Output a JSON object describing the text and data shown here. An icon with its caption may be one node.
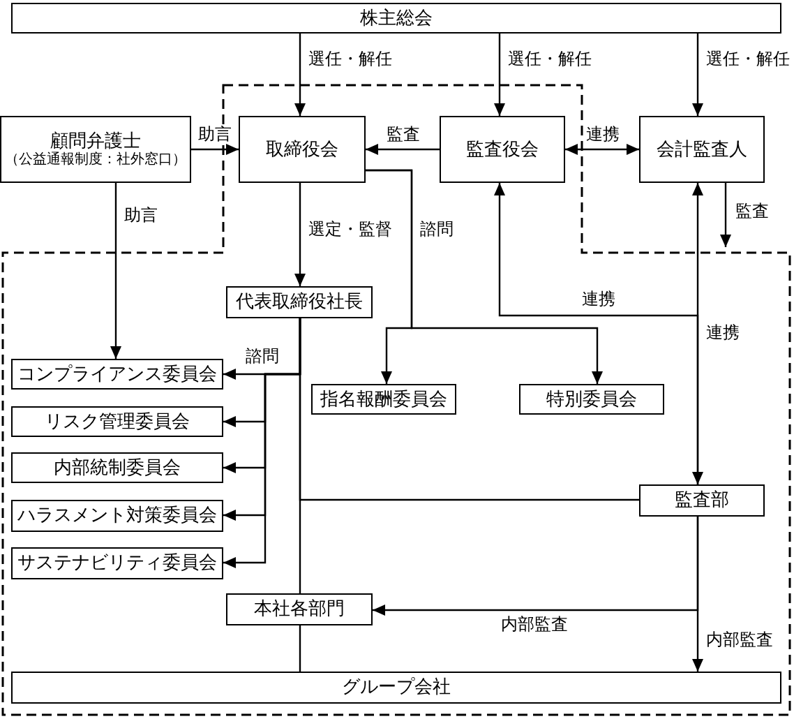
{
  "diagram": {
    "nodes": [
      {
        "text": [
          "株主総会"
        ]
      },
      {
        "text": [
          "顧問弁護士",
          "（公益通報制度：社外窓口）"
        ]
      },
      {
        "text": [
          "取締役会"
        ]
      },
      {
        "text": [
          "監査役会"
        ]
      },
      {
        "text": [
          "会計監査人"
        ]
      },
      {
        "text": [
          "代表取締役社長"
        ]
      },
      {
        "text": [
          "コンプライアンス委員会"
        ]
      },
      {
        "text": [
          "リスク管理委員会"
        ]
      },
      {
        "text": [
          "内部統制委員会"
        ]
      },
      {
        "text": [
          "ハラスメント対策委員会"
        ]
      },
      {
        "text": [
          "サステナビリティ委員会"
        ]
      },
      {
        "text": [
          "指名報酬委員会"
        ]
      },
      {
        "text": [
          "特別委員会"
        ]
      },
      {
        "text": [
          "監査部"
        ]
      },
      {
        "text": [
          "本社各部門"
        ]
      },
      {
        "text": [
          "グループ会社"
        ]
      }
    ],
    "edges": [
      {
        "from": 0,
        "to": 2,
        "arrow": "to",
        "label": "選任・解任"
      },
      {
        "from": 0,
        "to": 3,
        "arrow": "to",
        "label": "選任・解任"
      },
      {
        "from": 0,
        "to": 4,
        "arrow": "to",
        "label": "選任・解任"
      },
      {
        "from": 1,
        "to": 2,
        "arrow": "to",
        "label": "助言"
      },
      {
        "from": 3,
        "to": 2,
        "arrow": "to",
        "label": "監査"
      },
      {
        "from": 3,
        "to": 4,
        "arrow": "both",
        "label": "連携"
      },
      {
        "from": 4,
        "to": null,
        "arrow": "to",
        "label": "監査"
      },
      {
        "from": 1,
        "to": 6,
        "arrow": "to",
        "label": "助言"
      },
      {
        "from": 2,
        "to": 5,
        "arrow": "to",
        "label": "選定・監督"
      },
      {
        "from": 2,
        "to": 11,
        "arrow": "to",
        "label": "諮問"
      },
      {
        "from": 2,
        "to": 12,
        "arrow": "to"
      },
      {
        "from": 13,
        "to": 3,
        "arrow": "to",
        "label": "連携"
      },
      {
        "from": 4,
        "to": 13,
        "arrow": "both",
        "label": "連携"
      },
      {
        "from": 5,
        "to": 6,
        "arrow": "to",
        "label": "諮問"
      },
      {
        "from": 5,
        "to": 7,
        "arrow": "to"
      },
      {
        "from": 5,
        "to": 8,
        "arrow": "to"
      },
      {
        "from": 5,
        "to": 9,
        "arrow": "to"
      },
      {
        "from": 5,
        "to": 10,
        "arrow": "to"
      },
      {
        "from": 5,
        "to": 13,
        "arrow": "none"
      },
      {
        "from": 5,
        "to": 14,
        "arrow": "none"
      },
      {
        "from": 13,
        "to": 14,
        "arrow": "to",
        "label": "内部監査"
      },
      {
        "from": 13,
        "to": 15,
        "arrow": "to",
        "label": "内部監査"
      },
      {
        "from": 14,
        "to": 15,
        "arrow": "none"
      }
    ]
  }
}
